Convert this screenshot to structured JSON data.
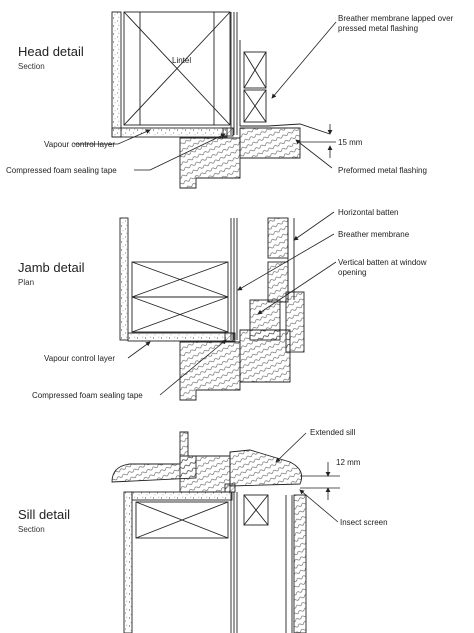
{
  "sections": {
    "head": {
      "title": "Head detail",
      "subtitle": "Section"
    },
    "jamb": {
      "title": "Jamb detail",
      "subtitle": "Plan"
    },
    "sill": {
      "title": "Sill detail",
      "subtitle": "Section"
    }
  },
  "labels": {
    "lintel": "Lintel",
    "breather_lapped": [
      "Breather membrane lapped over",
      "pressed metal flashing"
    ],
    "vapour_head": "Vapour control layer",
    "foam_head": "Compressed foam sealing tape",
    "gap_15": "15 mm",
    "metal_flashing": "Preformed metal flashing",
    "horizontal_batten": "Horizontal batten",
    "breather_jamb": "Breather membrane",
    "vertical_batten": [
      "Vertical batten at window",
      "opening"
    ],
    "vapour_jamb": "Vapour control layer",
    "foam_jamb": "Compressed foam sealing tape",
    "extended_sill": "Extended sill",
    "gap_12": "12 mm",
    "insect_screen": "Insect screen"
  },
  "colors": {
    "line": "#222222",
    "hatch": "#555555",
    "fill": "#ffffff"
  }
}
